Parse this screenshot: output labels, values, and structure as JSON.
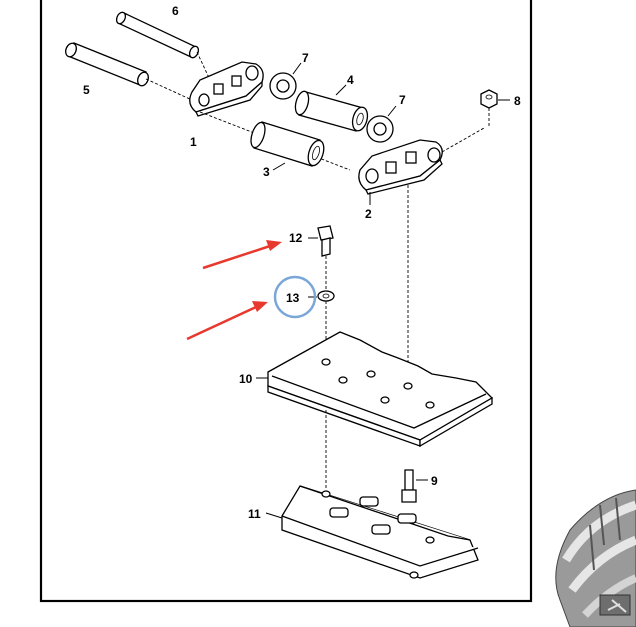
{
  "diagram": {
    "callouts": [
      {
        "id": "c1",
        "text": "1"
      },
      {
        "id": "c2",
        "text": "2"
      },
      {
        "id": "c3",
        "text": "3"
      },
      {
        "id": "c4",
        "text": "4"
      },
      {
        "id": "c5",
        "text": "5"
      },
      {
        "id": "c6",
        "text": "6"
      },
      {
        "id": "c7a",
        "text": "7"
      },
      {
        "id": "c7b",
        "text": "7"
      },
      {
        "id": "c8",
        "text": "8"
      },
      {
        "id": "c9",
        "text": "9"
      },
      {
        "id": "c10",
        "text": "10"
      },
      {
        "id": "c11",
        "text": "11"
      },
      {
        "id": "c12",
        "text": "12"
      },
      {
        "id": "c13",
        "text": "13"
      }
    ],
    "annotation_colors": {
      "arrows": "#e8392e",
      "highlight_circle": "#7aa7d8"
    }
  }
}
